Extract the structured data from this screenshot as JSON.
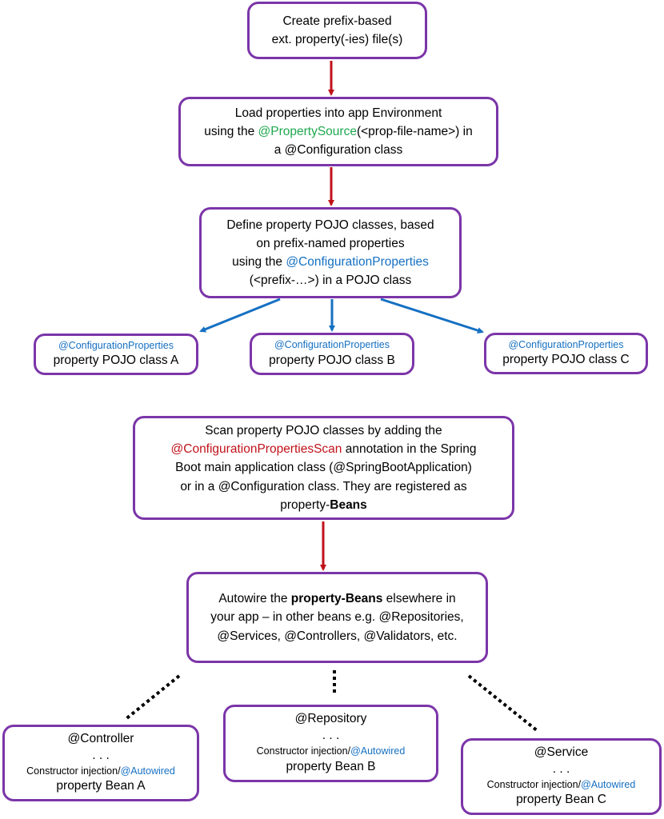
{
  "colors": {
    "border": "#7b35a8",
    "red_arrow": "#c0121a",
    "blue_arrow": "#1570c2",
    "green_annotation": "#1fa84f",
    "blue_annotation": "#1570c2",
    "red_annotation": "#c0121a",
    "dotted_connector": "#000000"
  },
  "step1": {
    "line1": "Create prefix-based",
    "line2": "ext. property(-ies) file(s)"
  },
  "step2": {
    "line1": "Load properties into app Environment",
    "line2_pre": "using the ",
    "line2_annotation": "@PropertySource",
    "line2_post": "(<prop-file-name>) in",
    "line3": "a @Configuration class"
  },
  "step3": {
    "line1": "Define property POJO classes, based",
    "line2": "on prefix-named properties",
    "line3_pre": "using the ",
    "line3_annotation": "@ConfigurationProperties",
    "line4": "(<prefix-…>) in a POJO class"
  },
  "pojo_classes": [
    {
      "annotation": "@ConfigurationProperties",
      "label": "property POJO class A"
    },
    {
      "annotation": "@ConfigurationProperties",
      "label": "property POJO class B"
    },
    {
      "annotation": "@ConfigurationProperties",
      "label": "property POJO class C"
    }
  ],
  "step4": {
    "line1": "Scan property POJO classes by adding the",
    "line2_annotation": "@ConfigurationPropertiesScan",
    "line2_post": " annotation in the Spring",
    "line3": "Boot main application class (@SpringBootApplication)",
    "line4": "or in a @Configuration class. They are registered as",
    "line5_pre": "property-",
    "line5_bold": "Beans"
  },
  "step5": {
    "line1_pre": "Autowire the ",
    "line1_bold": "property-Beans",
    "line1_post": " elsewhere in",
    "line2": "your app – in other beans e.g. @Repositories,",
    "line3": "@Services, @Controllers, @Validators, etc."
  },
  "beans": [
    {
      "title": "@Controller",
      "dots": ". . .",
      "injection_pre": "Constructor injection/",
      "injection_annotation": "@Autowired",
      "label": "property Bean A"
    },
    {
      "title": "@Repository",
      "dots": ". . .",
      "injection_pre": "Constructor injection/",
      "injection_annotation": "@Autowired",
      "label": "property Bean B"
    },
    {
      "title": "@Service",
      "dots": ". . .",
      "injection_pre": "Constructor injection/",
      "injection_annotation": "@Autowired",
      "label": "property Bean C"
    }
  ]
}
